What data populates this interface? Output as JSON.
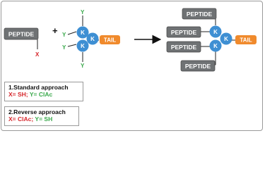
{
  "left": {
    "peptide_label": "PEPTIDE",
    "x_label": "X"
  },
  "scaffold": {
    "y_label": "Y",
    "k_label": "K",
    "tail_label": "TAIL"
  },
  "plus_sign": "+",
  "product": {
    "peptide_label": "PEPTIDE",
    "k_label": "K",
    "tail_label": "TAIL"
  },
  "standard": {
    "title": "1.Standard approach",
    "x_part": "X= SH;",
    "y_part": "Y= ClAc"
  },
  "reverse": {
    "title": "2.Reverse approach",
    "x_part": "X= ClAc;",
    "y_part": "Y= SH"
  },
  "colors": {
    "peptide_box": "#6f7274",
    "k_circle": "#3e8fd3",
    "tail": "#f08a2c",
    "green": "#38a84a",
    "red": "#d6262b"
  }
}
